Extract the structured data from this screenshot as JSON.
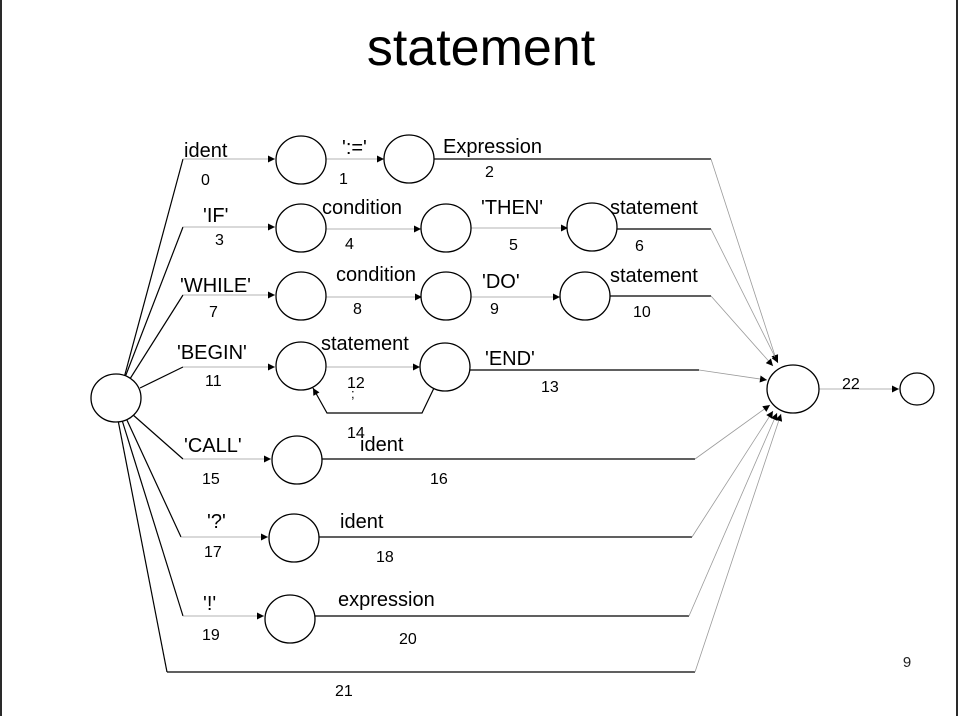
{
  "slide": {
    "title": "statement",
    "page_number": "9"
  },
  "diagram": {
    "edge_labels": {
      "ident": "ident",
      "assign": "':='",
      "expression_cap": "Expression",
      "if": "'IF'",
      "condition_if": "condition",
      "then": "'THEN'",
      "statement_if": "statement",
      "while": "'WHILE'",
      "condition_while": "condition",
      "do": "'DO'",
      "statement_while": "statement",
      "begin": "'BEGIN'",
      "statement_begin": "statement",
      "semicolon": ";",
      "end": "'END'",
      "call": "'CALL'",
      "ident_call": "ident",
      "question": "'?'",
      "ident_question": "ident",
      "bang": "'!'",
      "expression": "expression"
    },
    "edge_numbers": {
      "n0": "0",
      "n1": "1",
      "n2": "2",
      "n3": "3",
      "n4": "4",
      "n5": "5",
      "n6": "6",
      "n7": "7",
      "n8": "8",
      "n9": "9",
      "n10": "10",
      "n11": "11",
      "n12": "12",
      "n13": "13",
      "n14": "14",
      "n15": "15",
      "n16": "16",
      "n17": "17",
      "n18": "18",
      "n19": "19",
      "n20": "20",
      "n21": "21",
      "n22": "22"
    }
  }
}
